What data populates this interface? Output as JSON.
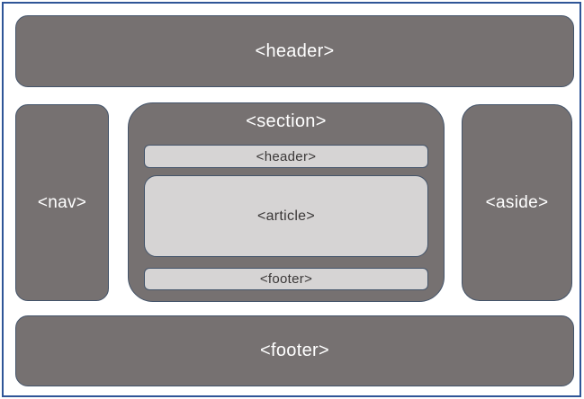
{
  "canvas": {
    "background": "#FFFFFF"
  },
  "colors": {
    "frame_border": "#2F5597",
    "dark_fill": "#767171",
    "light_fill": "#D6D4D4",
    "outline": "#44546A",
    "text_on_dark": "#FFFFFF",
    "text_on_light": "#3B3838"
  },
  "diagram": {
    "header": {
      "label": "<header>"
    },
    "nav": {
      "label": "<nav>"
    },
    "section": {
      "label": "<section>",
      "inner_header": {
        "label": "<header>"
      },
      "article": {
        "label": "<article>"
      },
      "inner_footer": {
        "label": "<footer>"
      }
    },
    "aside": {
      "label": "<aside>"
    },
    "footer": {
      "label": "<footer>"
    }
  }
}
